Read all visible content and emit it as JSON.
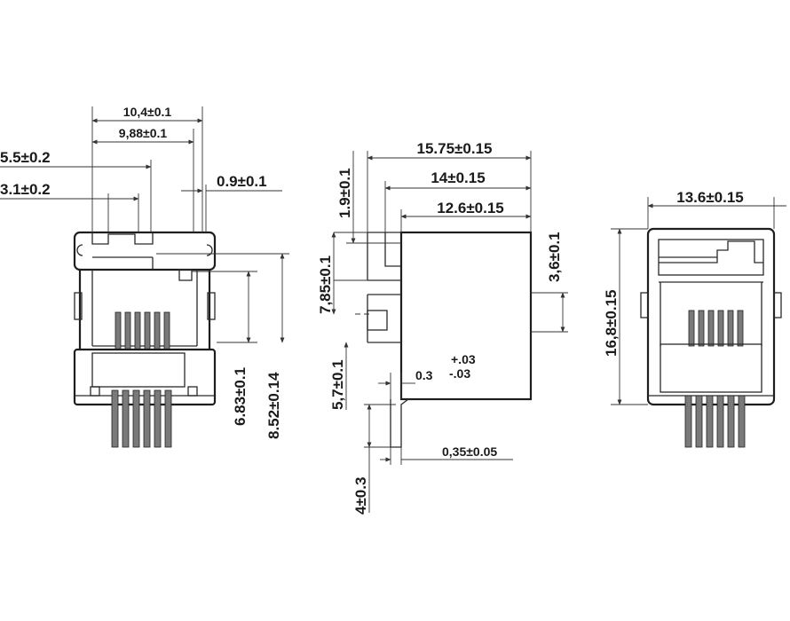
{
  "front_view": {
    "dims": {
      "overall_width": "10,4±0.1",
      "inner_width": "9,88±0.1",
      "left_offset_outer": "5.5±0.2",
      "left_offset_inner": "3.1±0.2",
      "rib": "0.9±0.1",
      "height_inner": "6.83±0.1",
      "height_overall": "8.52±0.14"
    }
  },
  "side_view": {
    "dims": {
      "length_overall": "15.75±0.15",
      "length_mid": "14±0.15",
      "length_inner": "12.6±0.15",
      "top_step": "1.9±0.1",
      "upper_height": "7,85±0.1",
      "slot_height": "3,6±0.1",
      "lower_height": "5,7±0.1",
      "pin_width": "0.3",
      "tol_plus": "+.03",
      "tol_minus": "-.03",
      "pin_thickness": "0,35±0.05",
      "pin_length": "4±0.3"
    }
  },
  "rear_view": {
    "dims": {
      "width": "13.6±0.15",
      "height": "16,8±0.15"
    }
  }
}
